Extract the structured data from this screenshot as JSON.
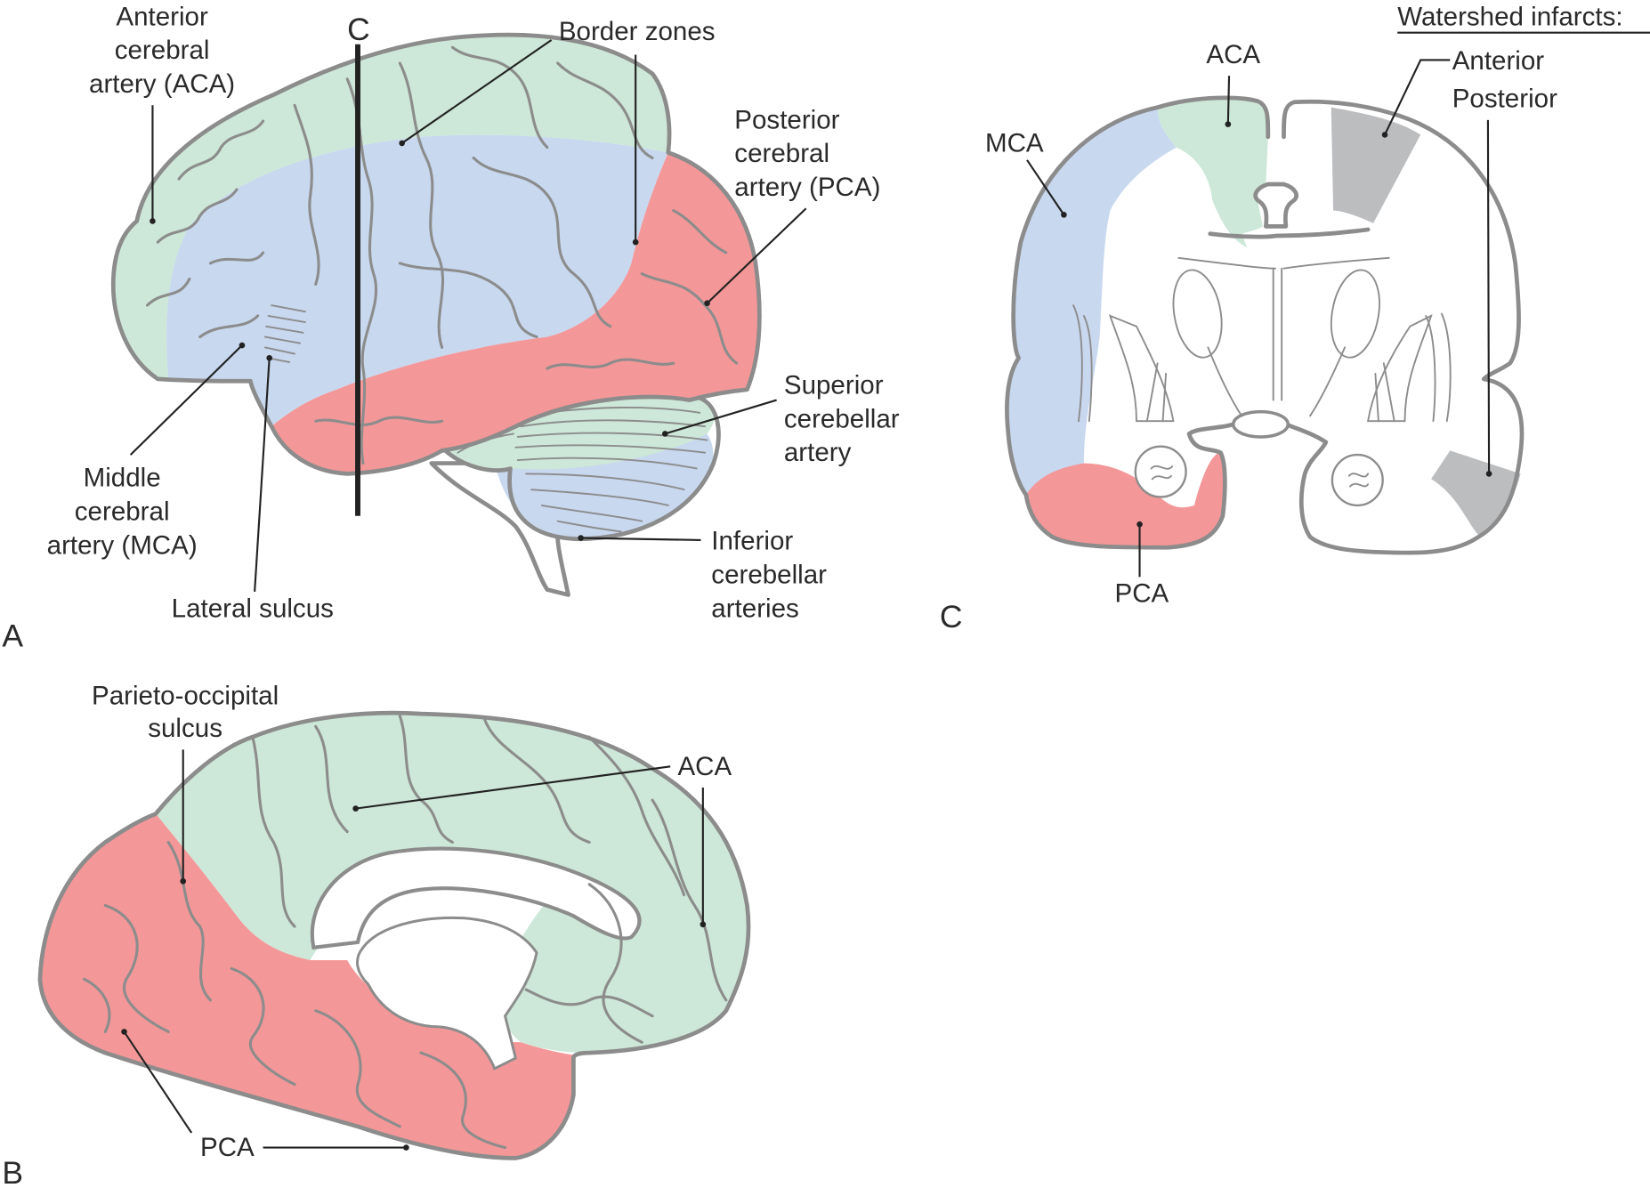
{
  "figure": {
    "panels": {
      "a": {
        "letter": "A",
        "view": "lateral"
      },
      "b": {
        "letter": "B",
        "view": "medial"
      },
      "c": {
        "letter": "C",
        "view": "coronal"
      }
    },
    "cut_plane_label": "C",
    "colors": {
      "aca": "#cde8d8",
      "mca": "#c8d8ef",
      "pca": "#f49798",
      "watershed": "#bcbdbf",
      "outline": "#8c8c8c",
      "text": "#2a2a2a"
    }
  },
  "panel_a": {
    "labels": {
      "aca": [
        "Anterior",
        "cerebral",
        "artery (ACA)"
      ],
      "border_zones": "Border zones",
      "pca": [
        "Posterior",
        "cerebral",
        "artery (PCA)"
      ],
      "sca": [
        "Superior",
        "cerebellar",
        "artery"
      ],
      "ica": [
        "Inferior",
        "cerebellar",
        "arteries"
      ],
      "mca": [
        "Middle",
        "cerebral",
        "artery (MCA)"
      ],
      "lateral_sulcus": "Lateral sulcus"
    }
  },
  "panel_b": {
    "labels": {
      "parieto_occipital": [
        "Parieto-occipital",
        "sulcus"
      ],
      "aca": "ACA",
      "pca": "PCA"
    }
  },
  "panel_c": {
    "labels": {
      "aca": "ACA",
      "mca": "MCA",
      "pca": "PCA"
    },
    "legend": {
      "title": "Watershed infarcts:",
      "items": [
        "Anterior",
        "Posterior"
      ]
    }
  }
}
